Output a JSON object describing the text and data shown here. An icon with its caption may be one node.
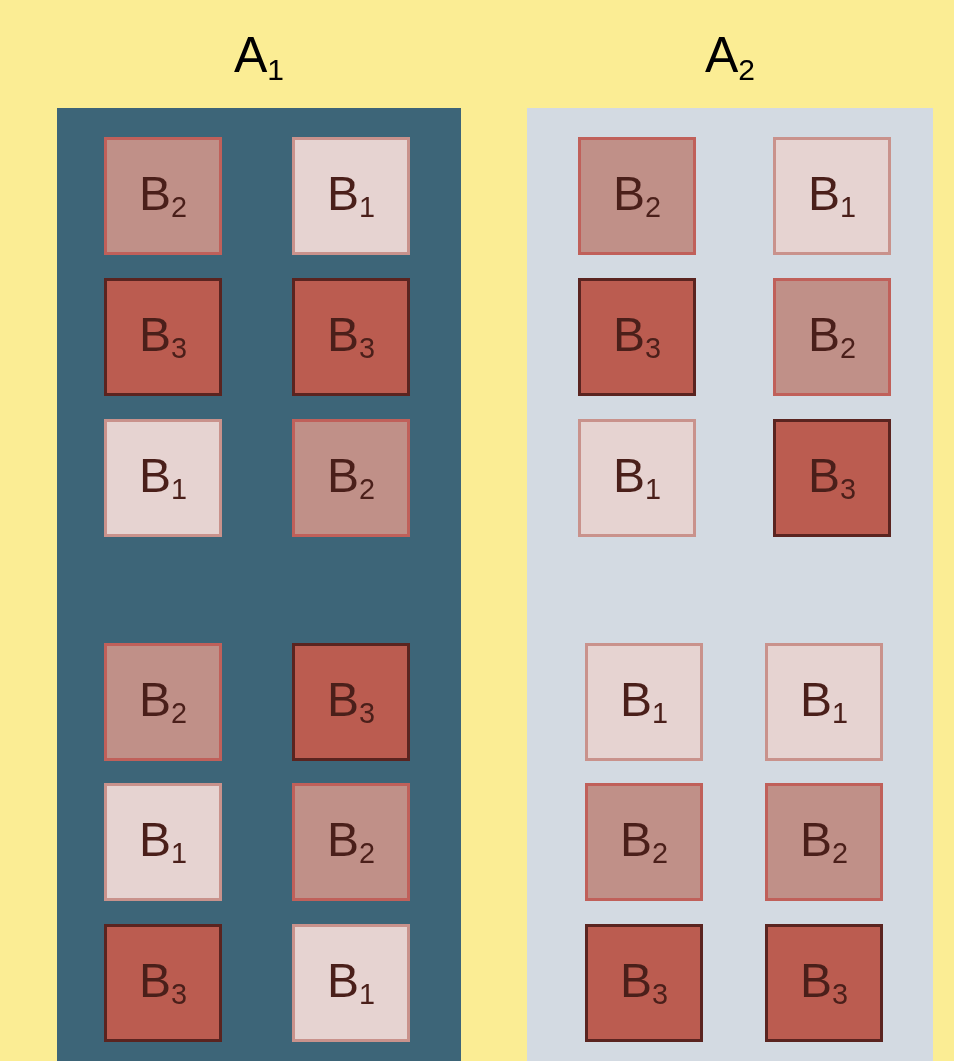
{
  "diagram": {
    "nodes": [
      {
        "text": [
          "A$_{1}$"
        ]
      },
      {
        "text": [
          "B$_{2}$"
        ],
        "in": 0
      },
      {
        "text": [
          "B$_{1}$"
        ],
        "in": 0
      },
      {
        "text": [
          "B$_{3}$"
        ],
        "in": 0
      },
      {
        "text": [
          "B$_{3}$"
        ],
        "in": 0
      },
      {
        "text": [
          "B$_{1}$"
        ],
        "in": 0
      },
      {
        "text": [
          "B$_{2}$"
        ],
        "in": 0
      },
      {
        "text": [
          "B$_{2}$"
        ],
        "in": 0
      },
      {
        "text": [
          "B$_{3}$"
        ],
        "in": 0
      },
      {
        "text": [
          "B$_{1}$"
        ],
        "in": 0
      },
      {
        "text": [
          "B$_{2}$"
        ],
        "in": 0
      },
      {
        "text": [
          "B$_{3}$"
        ],
        "in": 0
      },
      {
        "text": [
          "B$_{1}$"
        ],
        "in": 0
      },
      {
        "text": [
          "A$_{2}$"
        ]
      },
      {
        "text": [
          "B$_{2}$"
        ],
        "in": 13
      },
      {
        "text": [
          "B$_{1}$"
        ],
        "in": 13
      },
      {
        "text": [
          "B$_{3}$"
        ],
        "in": 13
      },
      {
        "text": [
          "B$_{2}$"
        ],
        "in": 13
      },
      {
        "text": [
          "B$_{1}$"
        ],
        "in": 13
      },
      {
        "text": [
          "B$_{3}$"
        ],
        "in": 13
      },
      {
        "text": [
          "B$_{1}$"
        ],
        "in": 13
      },
      {
        "text": [
          "B$_{1}$"
        ],
        "in": 13
      },
      {
        "text": [
          "B$_{2}$"
        ],
        "in": 13
      },
      {
        "text": [
          "B$_{2}$"
        ],
        "in": 13
      },
      {
        "text": [
          "B$_{3}$"
        ],
        "in": 13
      },
      {
        "text": [
          "B$_{3}$"
        ],
        "in": 13
      }
    ]
  }
}
